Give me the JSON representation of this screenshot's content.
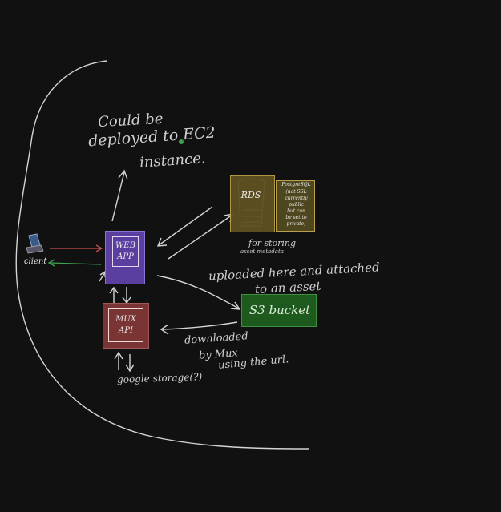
{
  "nodes": {
    "client": {
      "label": "client"
    },
    "web_app": {
      "label_line1": "WEB",
      "label_line2": "APP",
      "color": "#5a3fa0"
    },
    "mux_api": {
      "label_line1": "MUX",
      "label_line2": "API",
      "color": "#7a3434"
    },
    "rds": {
      "label": "RDS",
      "color": "#b8a14a"
    },
    "postgres_note": {
      "lines": [
        "PostgreSQL",
        "(not SSL",
        "currently",
        "public",
        "but can",
        "be set to",
        "private)"
      ]
    },
    "s3_bucket": {
      "label": "S3 bucket",
      "color": "#1e5a1e"
    }
  },
  "notes": {
    "ec2_line1": "Could be",
    "ec2_line2": "deployed to EC2",
    "ec2_line3": "instance.",
    "rds_caption_line1": "for storing",
    "rds_caption_line2": "asset metadata",
    "upload_line1": "uploaded here and attached",
    "upload_line2": "to an asset",
    "download_line1": "downloaded",
    "download_line2": "by Mux",
    "download_line3": "using the url.",
    "google_storage": "google storage(?)"
  },
  "colors": {
    "background": "#111111",
    "ink": "#cfcfcf",
    "red_arrow": "#c85050",
    "green_arrow": "#3fa04f"
  }
}
